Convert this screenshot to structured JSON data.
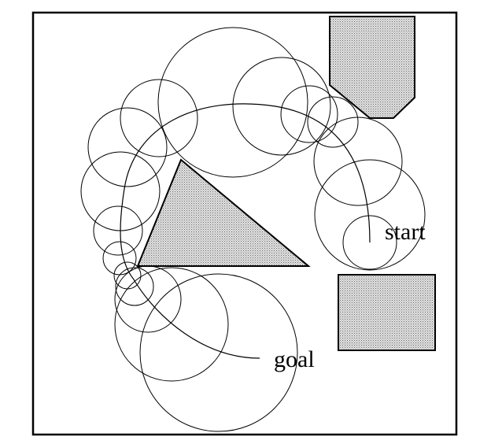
{
  "labels": {
    "start": "start",
    "goal": "goal"
  },
  "colors": {
    "border": "#000000",
    "obstacle_fill": "#c8c8c8",
    "stroke": "#000000",
    "background": "#ffffff"
  },
  "obstacles": [
    {
      "name": "pentagon-obstacle",
      "shape": "polygon"
    },
    {
      "name": "triangle-obstacle",
      "shape": "polygon"
    },
    {
      "name": "rectangle-obstacle",
      "shape": "rectangle"
    }
  ],
  "circle_count": 22
}
